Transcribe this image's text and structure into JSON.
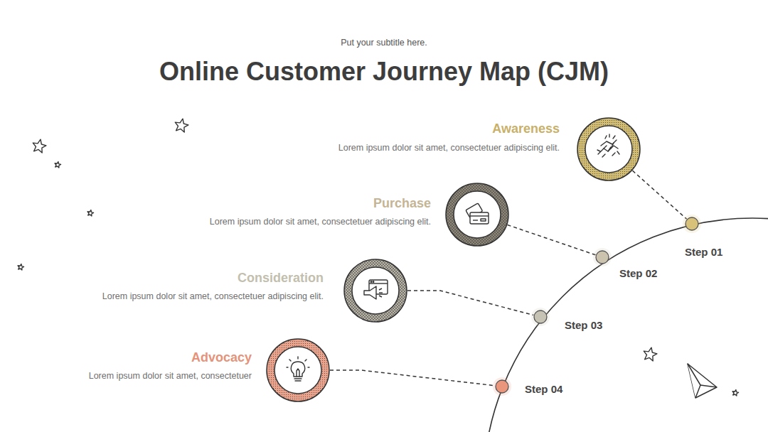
{
  "diagram": {
    "title": "Online Customer Journey Map (CJM)",
    "nodes": [
      {
        "text": [
          "Awareness",
          "Lorem ipsum dolor sit amet, consectetuer adipiscing elit."
        ]
      },
      {
        "text": [
          "Step 01"
        ]
      },
      {
        "text": [
          "Purchase",
          "Lorem ipsum dolor sit amet, consectetuer adipiscing elit."
        ]
      },
      {
        "text": [
          "Step 02"
        ]
      },
      {
        "text": [
          "Consideration",
          "Lorem ipsum dolor sit amet, consectetuer adipiscing elit."
        ]
      },
      {
        "text": [
          "Step 03"
        ]
      },
      {
        "text": [
          "Advocacy",
          "Lorem ipsum dolor sit amet, consectetuer"
        ]
      },
      {
        "text": [
          "Step 04"
        ]
      }
    ],
    "edges": [
      {
        "from": 0,
        "to": 1,
        "arrow": "none"
      },
      {
        "from": 2,
        "to": 3,
        "arrow": "none"
      },
      {
        "from": 4,
        "to": 5,
        "arrow": "none"
      },
      {
        "from": 6,
        "to": 7,
        "arrow": "none"
      }
    ],
    "labels": [
      "Put your subtitle here."
    ]
  }
}
